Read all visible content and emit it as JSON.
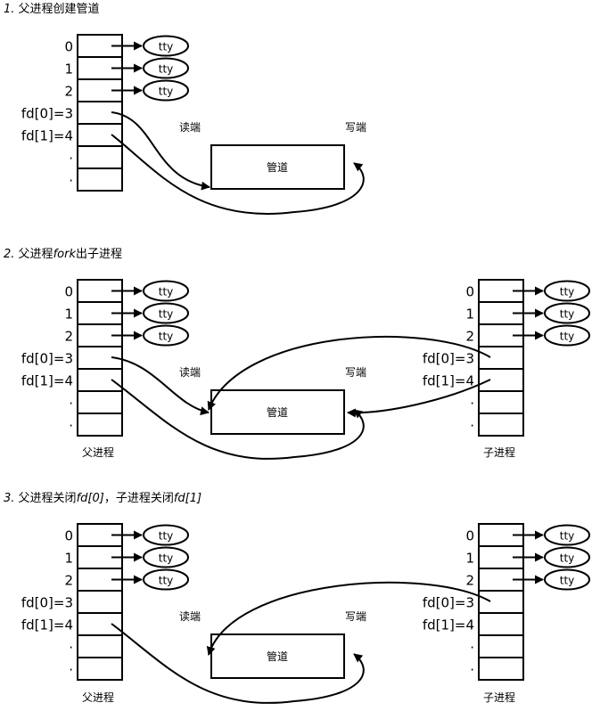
{
  "colors": {
    "stroke": "#000000",
    "background": "#ffffff"
  },
  "fd_labels": [
    "0",
    "1",
    "2",
    "fd[0]=3",
    "fd[1]=4",
    ".",
    "."
  ],
  "tty_label": "tty",
  "pipe_label": "管道",
  "read_end_label": "读端",
  "write_end_label": "写端",
  "parent_label": "父进程",
  "child_label": "子进程",
  "steps": [
    {
      "num": "1.",
      "parts": [
        {
          "t": "父进程创建管道",
          "i": false
        }
      ]
    },
    {
      "num": "2.",
      "parts": [
        {
          "t": "父进程",
          "i": false
        },
        {
          "t": "fork",
          "i": true
        },
        {
          "t": "出子进程",
          "i": false
        }
      ]
    },
    {
      "num": "3.",
      "parts": [
        {
          "t": "父进程关闭",
          "i": false
        },
        {
          "t": "fd[0]",
          "i": true
        },
        {
          "t": "，子进程关闭",
          "i": false
        },
        {
          "t": "fd[1]",
          "i": true
        }
      ]
    }
  ]
}
